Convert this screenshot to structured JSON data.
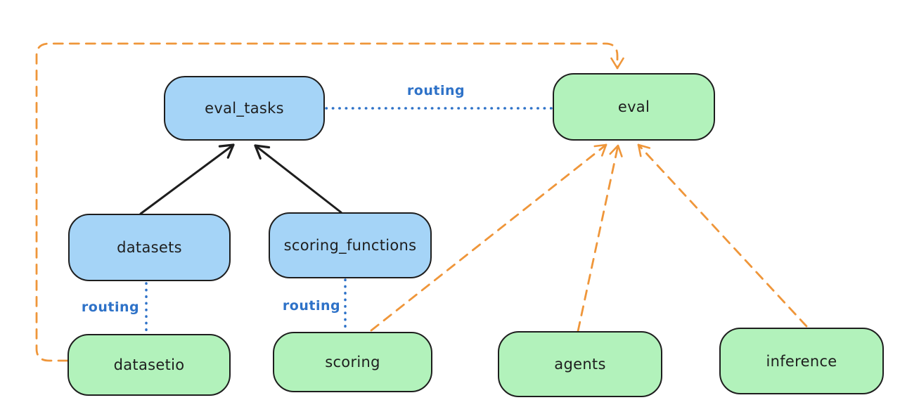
{
  "colors": {
    "background": "#ffffff",
    "blue_node_fill": "#a5d4f7",
    "green_node_fill": "#b2f2bb",
    "node_stroke": "#1e1e1e",
    "black_edge": "#1e1e1e",
    "orange_edge": "#ef963a",
    "routing_blue": "#2e72c8"
  },
  "nodes": [
    {
      "id": "eval_tasks",
      "label": "eval_tasks",
      "fill": "blue"
    },
    {
      "id": "eval",
      "label": "eval",
      "fill": "green"
    },
    {
      "id": "datasets",
      "label": "datasets",
      "fill": "blue"
    },
    {
      "id": "scoring_functions",
      "label": "scoring_functions",
      "fill": "blue"
    },
    {
      "id": "datasetio",
      "label": "datasetio",
      "fill": "green"
    },
    {
      "id": "scoring",
      "label": "scoring",
      "fill": "green"
    },
    {
      "id": "agents",
      "label": "agents",
      "fill": "green"
    },
    {
      "id": "inference",
      "label": "inference",
      "fill": "green"
    }
  ],
  "edges": [
    {
      "from": "datasets",
      "to": "eval_tasks",
      "style": "solid",
      "color": "black",
      "arrow": true
    },
    {
      "from": "scoring_functions",
      "to": "eval_tasks",
      "style": "solid",
      "color": "black",
      "arrow": true
    },
    {
      "from": "eval_tasks",
      "to": "eval",
      "style": "dotted",
      "color": "blue",
      "arrow": false,
      "label": "routing"
    },
    {
      "from": "datasets",
      "to": "datasetio",
      "style": "dotted",
      "color": "blue",
      "arrow": false,
      "label": "routing"
    },
    {
      "from": "scoring_functions",
      "to": "scoring",
      "style": "dotted",
      "color": "blue",
      "arrow": false,
      "label": "routing"
    },
    {
      "from": "datasetio",
      "to": "eval",
      "style": "dashed",
      "color": "orange",
      "arrow": true
    },
    {
      "from": "scoring",
      "to": "eval",
      "style": "dashed",
      "color": "orange",
      "arrow": true
    },
    {
      "from": "agents",
      "to": "eval",
      "style": "dashed",
      "color": "orange",
      "arrow": true
    },
    {
      "from": "inference",
      "to": "eval",
      "style": "dashed",
      "color": "orange",
      "arrow": true
    }
  ]
}
